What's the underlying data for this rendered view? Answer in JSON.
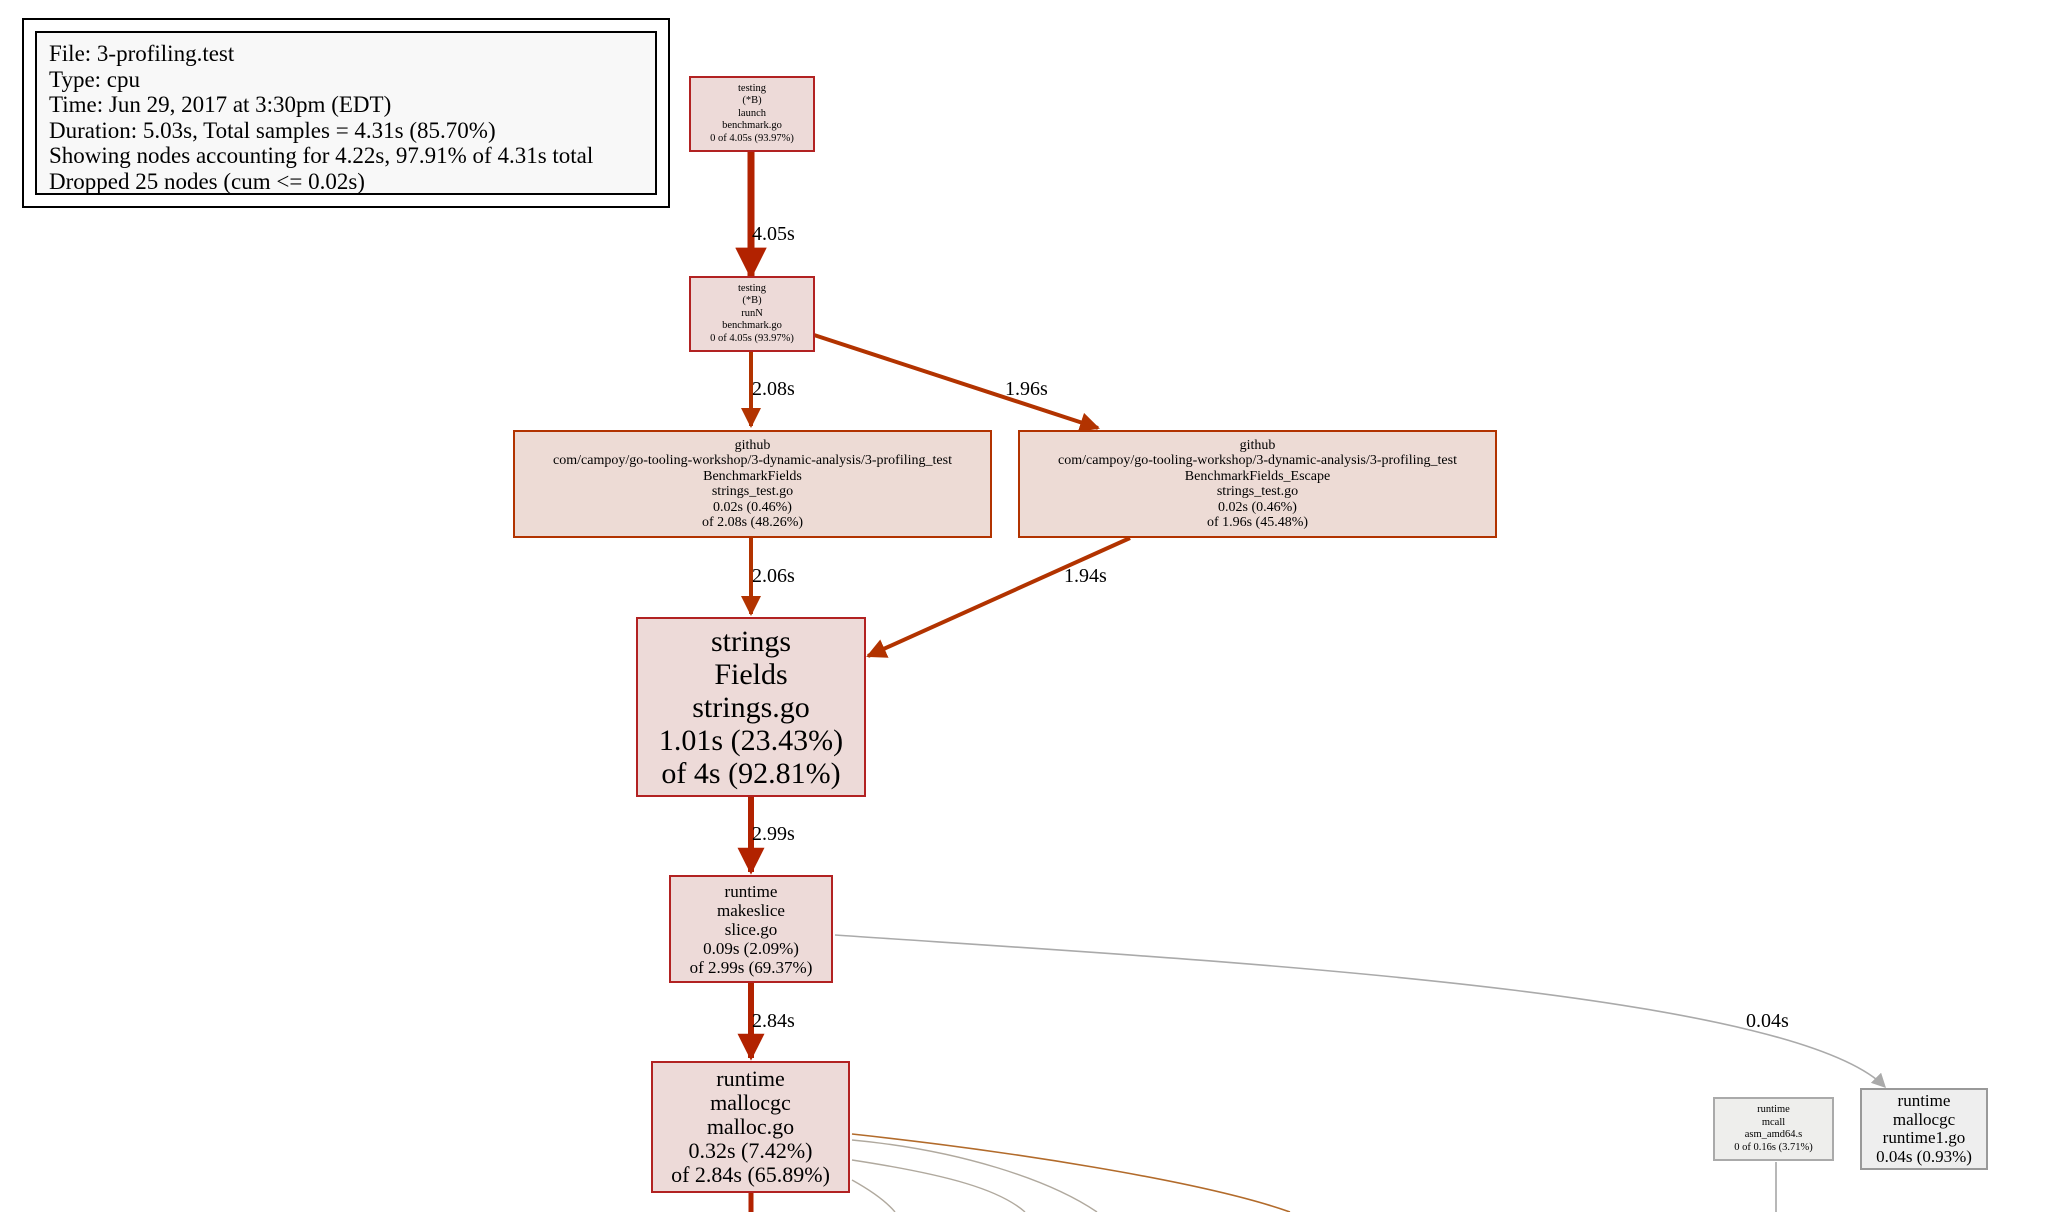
{
  "info": {
    "file": "File: 3-profiling.test",
    "type": "Type: cpu",
    "time": "Time: Jun 29, 2017 at 3:30pm (EDT)",
    "duration": "Duration: 5.03s, Total samples = 4.31s (85.70%)",
    "showing": "Showing nodes accounting for 4.22s, 97.91% of 4.31s total",
    "dropped": "Dropped 25 nodes (cum <= 0.02s)"
  },
  "nodes": {
    "launch": {
      "lines": [
        "testing",
        "(*B)",
        "launch",
        "benchmark.go",
        "0 of 4.05s (93.97%)"
      ]
    },
    "runN": {
      "lines": [
        "testing",
        "(*B)",
        "runN",
        "benchmark.go",
        "0 of 4.05s (93.97%)"
      ]
    },
    "bench_fields": {
      "lines": [
        "github",
        "com/campoy/go-tooling-workshop/3-dynamic-analysis/3-profiling_test",
        "BenchmarkFields",
        "strings_test.go",
        "0.02s (0.46%)",
        "of 2.08s (48.26%)"
      ]
    },
    "bench_escape": {
      "lines": [
        "github",
        "com/campoy/go-tooling-workshop/3-dynamic-analysis/3-profiling_test",
        "BenchmarkFields_Escape",
        "strings_test.go",
        "0.02s (0.46%)",
        "of 1.96s (45.48%)"
      ]
    },
    "strings_fields": {
      "lines": [
        "strings",
        "Fields",
        "strings.go",
        "1.01s (23.43%)",
        "of 4s (92.81%)"
      ]
    },
    "makeslice": {
      "lines": [
        "runtime",
        "makeslice",
        "slice.go",
        "0.09s (2.09%)",
        "of 2.99s (69.37%)"
      ]
    },
    "mallocgc": {
      "lines": [
        "runtime",
        "mallocgc",
        "malloc.go",
        "0.32s (7.42%)",
        "of 2.84s (65.89%)"
      ]
    },
    "mcall": {
      "lines": [
        "runtime",
        "mcall",
        "asm_amd64.s",
        "0 of 0.16s (3.71%)"
      ]
    },
    "mallocgc1": {
      "lines": [
        "runtime",
        "mallocgc",
        "runtime1.go",
        "0.04s (0.93%)"
      ]
    }
  },
  "edges": {
    "launch_runN": "4.05s",
    "runN_fields": "2.08s",
    "runN_escape": "1.96s",
    "fields_strings": "2.06s",
    "escape_strings": "1.94s",
    "strings_makeslice": "2.99s",
    "makeslice_mallocgc": "2.84s",
    "makeslice_mallocgc1": "0.04s"
  },
  "colors": {
    "hot_fill": "#eddad8",
    "hot_border": "#b22222",
    "warm_fill": "#eddbd5",
    "edge_hot": "#b22200",
    "edge_warm": "#b23300",
    "edge_cool": "#aaaaaa",
    "edge_brown": "#b26b2b",
    "cold_fill": "#eeeeec",
    "cold_border": "#999999"
  }
}
